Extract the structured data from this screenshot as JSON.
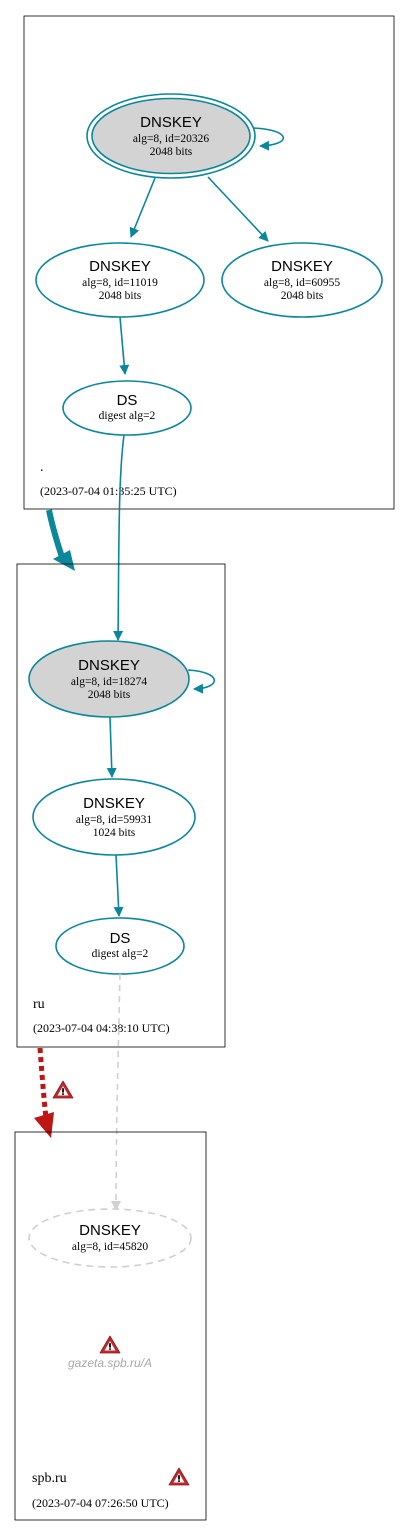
{
  "zones": {
    "root": {
      "name": ".",
      "date": "(2023-07-04 01:35:25 UTC)"
    },
    "ru": {
      "name": "ru",
      "date": "(2023-07-04 04:38:10 UTC)"
    },
    "spb": {
      "name": "spb.ru",
      "date": "(2023-07-04 07:26:50 UTC)"
    }
  },
  "nodes": {
    "root_ksk": {
      "title": "DNSKEY",
      "line1": "alg=8, id=20326",
      "line2": "2048 bits"
    },
    "root_zsk1": {
      "title": "DNSKEY",
      "line1": "alg=8, id=11019",
      "line2": "2048 bits"
    },
    "root_zsk2": {
      "title": "DNSKEY",
      "line1": "alg=8, id=60955",
      "line2": "2048 bits"
    },
    "root_ds": {
      "title": "DS",
      "line1": "digest alg=2"
    },
    "ru_ksk": {
      "title": "DNSKEY",
      "line1": "alg=8, id=18274",
      "line2": "2048 bits"
    },
    "ru_zsk": {
      "title": "DNSKEY",
      "line1": "alg=8, id=59931",
      "line2": "1024 bits"
    },
    "ru_ds": {
      "title": "DS",
      "line1": "digest alg=2"
    },
    "spb_key": {
      "title": "DNSKEY",
      "line1": "alg=8, id=45820"
    }
  },
  "query": {
    "label": "gazeta.spb.ru/A"
  },
  "colors": {
    "secure": "#0a879a",
    "bogus": "#be1515",
    "insecure_dashed": "#d0d0d0",
    "ksk_fill": "#d3d3d3",
    "warning": "#c0282d"
  },
  "icons": {
    "warning": "warning-icon"
  }
}
